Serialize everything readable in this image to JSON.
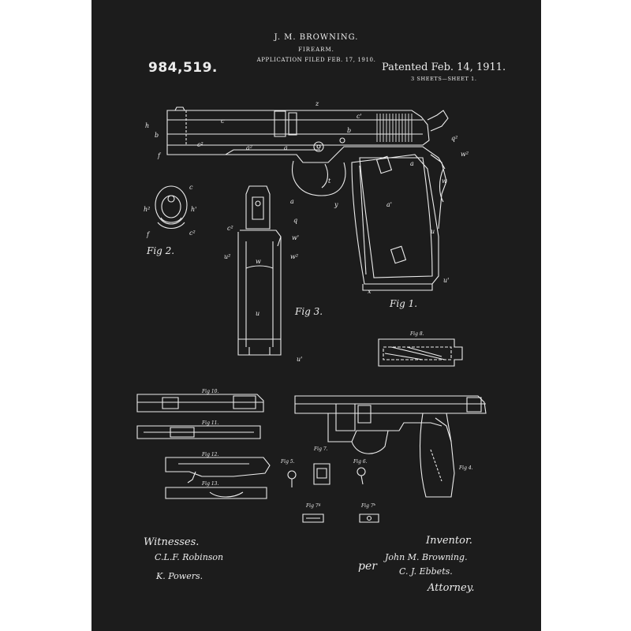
{
  "header": {
    "inventor_name": "J. M. BROWNING.",
    "title": "FIREARM.",
    "application": "APPLICATION FILED FEB. 17, 1910.",
    "patent_number": "984,519.",
    "patented": "Patented Feb. 14, 1911.",
    "sheets": "3 SHEETS—SHEET 1."
  },
  "figures": {
    "fig1": "Fig 1.",
    "fig2": "Fig 2.",
    "fig3": "Fig 3.",
    "fig4": "Fig 4.",
    "fig5": "Fig 5.",
    "fig6": "Fig 6.",
    "fig7": "Fig 7.",
    "fig7a": "Fig 7ª",
    "fig7b": "Fig 7ᵇ",
    "fig8": "Fig 8.",
    "fig10": "Fig 10.",
    "fig11": "Fig 11.",
    "fig12": "Fig 12.",
    "fig13": "Fig 13."
  },
  "signatures": {
    "witnesses_label": "Witnesses.",
    "witness_1": "C.L.F. Robinson",
    "witness_2": "K. Powers.",
    "inventor_label": "Inventor.",
    "per": "per",
    "inventor": "John M. Browning.",
    "attorney": "C. J. Ebbets.",
    "attorney_label": "Attorney."
  },
  "colors": {
    "background": "#1c1c1c",
    "ink": "#ececec",
    "margin": "#ffffff"
  }
}
